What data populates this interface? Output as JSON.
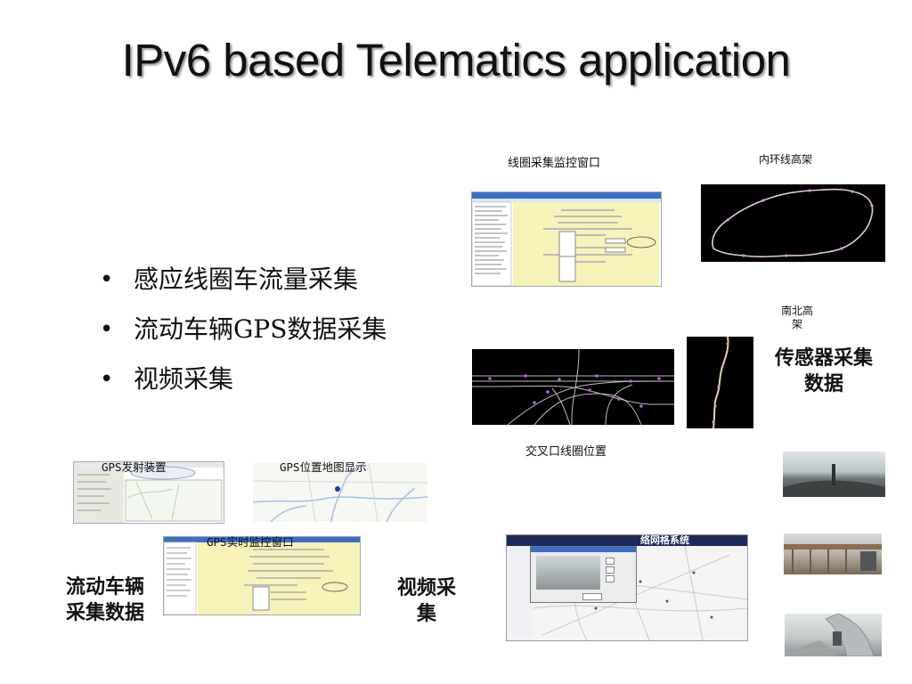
{
  "title": "IPv6 based Telematics application",
  "bullets": [
    "感应线圈车流量采集",
    "流动车辆GPS数据采集",
    "视频采集"
  ],
  "captions": {
    "loop_window": "线圈采集监控窗口",
    "inner_ring": "内环线高架",
    "north_south": "南北高架",
    "sensor_data": "传感器采集数据",
    "intersection": "交叉口线圈位置",
    "gps_device": "GPS发射装置",
    "gps_map": "GPS位置地图显示",
    "gps_monitor": "GPS实时监控窗口",
    "floating_car": "流动车辆采集数据",
    "video": "视频采集"
  },
  "screens": {
    "grid_system_title": "络网格系统"
  }
}
